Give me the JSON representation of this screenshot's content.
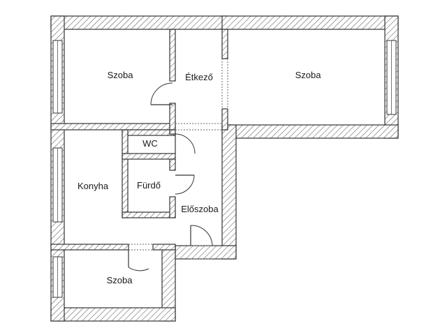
{
  "floorplan": {
    "rooms": {
      "szoba_top_left": "Szoba",
      "etkezo": "Étkező",
      "szoba_top_right": "Szoba",
      "wc": "WC",
      "konyha": "Konyha",
      "furdo": "Fürdő",
      "eloszoba": "Előszoba",
      "szoba_bottom": "Szoba"
    },
    "colors": {
      "wall_outline": "#333333",
      "hatch_line": "#555555",
      "background": "#ffffff"
    }
  }
}
